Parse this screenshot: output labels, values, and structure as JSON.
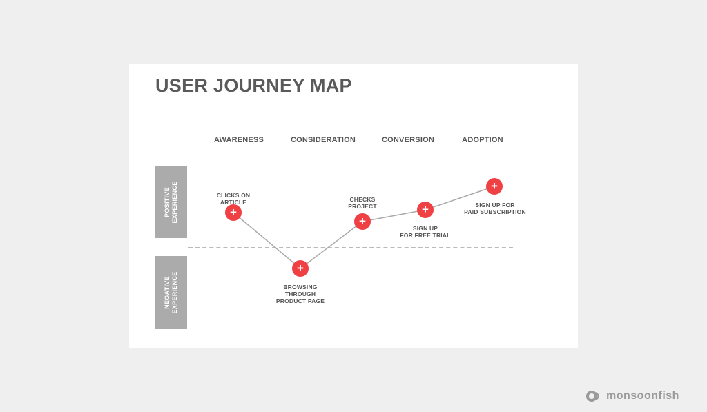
{
  "title": "USER JOURNEY MAP",
  "stages": [
    {
      "label": "AWARENESS"
    },
    {
      "label": "CONSIDERATION"
    },
    {
      "label": "CONVERSION"
    },
    {
      "label": "ADOPTION"
    }
  ],
  "bands": {
    "positive": "POSITIVE\nEXPERIENCE",
    "negative": "NEGATIVE\nEXPERIENCE"
  },
  "points": [
    {
      "label": "CLICKS ON\nARTICLE",
      "icon": "plus-icon"
    },
    {
      "label": "BROWSING\nTHROUGH\nPRODUCT PAGE",
      "icon": "plus-icon"
    },
    {
      "label": "CHECKS\nPROJECT",
      "icon": "plus-icon"
    },
    {
      "label": "SIGN UP\nFOR FREE TRIAL",
      "icon": "plus-icon"
    },
    {
      "label": "SIGN UP FOR\nPAID SUBSCRIPTION",
      "icon": "plus-icon"
    }
  ],
  "brand": {
    "name": "monsoonfish",
    "icon": "monsoonfish-logo-icon"
  },
  "colors": {
    "point": "#ef4044",
    "band": "#ababab",
    "title": "#5a5a5a",
    "line": "#aaaaaa"
  }
}
